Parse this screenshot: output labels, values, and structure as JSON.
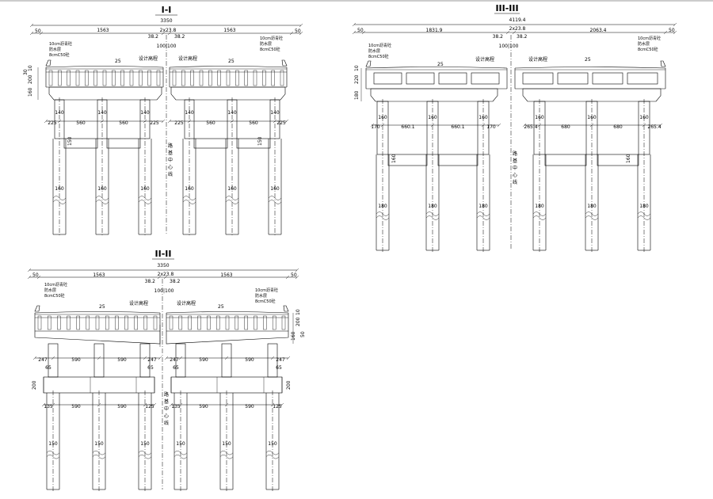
{
  "sections": [
    {
      "title": "I-I",
      "total": "3350",
      "edge": "50",
      "half_left": "1563",
      "half_right": "1563",
      "center_gap": "2x23.8",
      "gap_left": "38.2",
      "gap_right": "38.2",
      "center_split": "100|100",
      "layers_left": [
        "10cm沥青砼",
        "防水层",
        "8cmC50砼"
      ],
      "layers_right": [
        "10cm沥青砼",
        "防水层",
        "8cmC50砼"
      ],
      "slope_left": "25",
      "slope_right": "25",
      "elev_left": "设计高程",
      "elev_right": "设计高程",
      "left_vertical": [
        "30",
        "10",
        "200",
        "160"
      ],
      "col_label": "140",
      "spans_left": [
        "225",
        "560",
        "560",
        "225"
      ],
      "spans_right": [
        "225",
        "560",
        "560",
        "225"
      ],
      "tie_label": "150",
      "pile_label": "160",
      "centerline": "路基中心线"
    },
    {
      "title": "III-III",
      "total": "4119.4",
      "edge": "50",
      "half_left": "1831.9",
      "half_right": "2063.4",
      "center_gap": "2x23.8",
      "gap_left": "38.2",
      "gap_right": "38.2",
      "center_split": "100|100",
      "layers_left": [
        "10cm沥青砼",
        "防水层",
        "8cmC50砼"
      ],
      "layers_right": [
        "10cm沥青砼",
        "防水层",
        "8cmC50砼"
      ],
      "slope_left": "25",
      "slope_right": "25",
      "elev_left": "设计高程",
      "elev_right": "设计高程",
      "left_vertical": [
        "10",
        "220",
        "180"
      ],
      "col_label": "160",
      "spans_left": [
        "170",
        "660.1",
        "660.1",
        "170"
      ],
      "spans_right": [
        "265.4",
        "680",
        "680",
        "265.4"
      ],
      "tie_label": "160",
      "pile_label": "180",
      "centerline": "路基中心线"
    },
    {
      "title": "II-II",
      "total": "3350",
      "edge": "50",
      "half_left": "1563",
      "half_right": "1563",
      "center_gap": "2x23.8",
      "gap_left": "38.2",
      "gap_right": "38.2",
      "center_split": "100|100",
      "layers_left": [
        "10cm沥青砼",
        "防水层",
        "8cmC50砼"
      ],
      "layers_right": [
        "10cm沥青砼",
        "防水层",
        "8cmC50砼"
      ],
      "slope_left": "25",
      "slope_right": "25",
      "elev_left": "设计高程",
      "elev_right": "设计高程",
      "right_vertical": [
        "200",
        "10",
        "160",
        "50"
      ],
      "spans_left": [
        "247",
        "590",
        "590",
        "247"
      ],
      "spans_right": [
        "247",
        "590",
        "590",
        "247"
      ],
      "spans_left_low": [
        "135",
        "590",
        "590",
        "125"
      ],
      "spans_right_low": [
        "135",
        "590",
        "590",
        "125"
      ],
      "col_edge": "65",
      "cap_height": "200",
      "pile_label": "150",
      "centerline": "路基中心线"
    }
  ]
}
